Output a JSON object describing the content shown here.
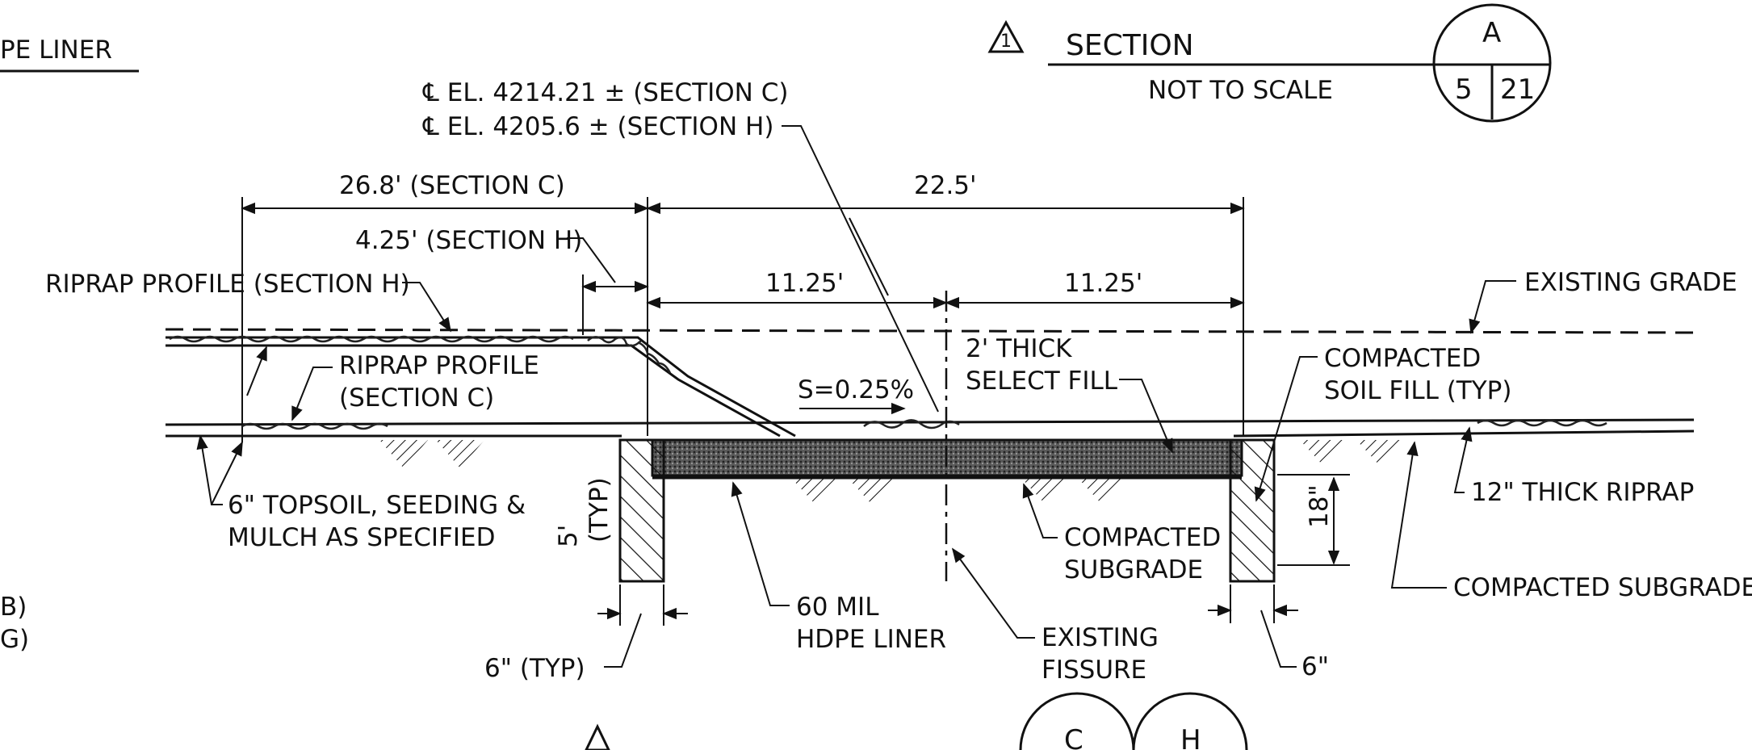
{
  "header": {
    "title_partial": "PE LINER",
    "revision_number": "1",
    "section_label": "SECTION",
    "scale_note": "NOT TO SCALE",
    "bubble": {
      "letter": "A",
      "sheet_left": "5",
      "sheet_right": "21"
    }
  },
  "elevations": {
    "el_c": "℄ EL. 4214.21 ± (SECTION C)",
    "el_h": "℄ EL. 4205.6  ± (SECTION H)"
  },
  "dimensions": {
    "left_width": "26.8' (SECTION C)",
    "offset_h": "4.25' (SECTION H)",
    "total_width": "22.5'",
    "half_left": "11.25'",
    "half_right": "11.25'",
    "depth": "5'",
    "depth_typ": "(TYP)",
    "trench_depth": "18\"",
    "left_trench_width": "6\" (TYP)",
    "right_trench_width": "6\""
  },
  "callouts": {
    "riprap_h": "RIPRAP PROFILE (SECTION H)",
    "riprap_c_line1": "RIPRAP PROFILE",
    "riprap_c_line2": "(SECTION C)",
    "slope": "S=0.25%",
    "select_fill_line1": "2' THICK",
    "select_fill_line2": "SELECT FILL",
    "existing_grade": "EXISTING GRADE",
    "compacted_soil_line1": "COMPACTED",
    "compacted_soil_line2": "SOIL FILL (TYP)",
    "topsoil_line1": "6\" TOPSOIL, SEEDING &",
    "topsoil_line2": "MULCH AS SPECIFIED",
    "riprap_12": "12\" THICK RIPRAP",
    "compacted_subgrade_line1": "COMPACTED",
    "compacted_subgrade_line2": "SUBGRADE",
    "compacted_subgrade_right": "COMPACTED SUBGRADE",
    "liner_line1": "60 MIL",
    "liner_line2": "HDPE LINER",
    "fissure_line1": "EXISTING",
    "fissure_line2": "FISSURE"
  },
  "margin": {
    "left_b": "B)",
    "left_g": "G)"
  },
  "footer_partial": {
    "bubble_c": "C",
    "bubble_h": "H"
  }
}
